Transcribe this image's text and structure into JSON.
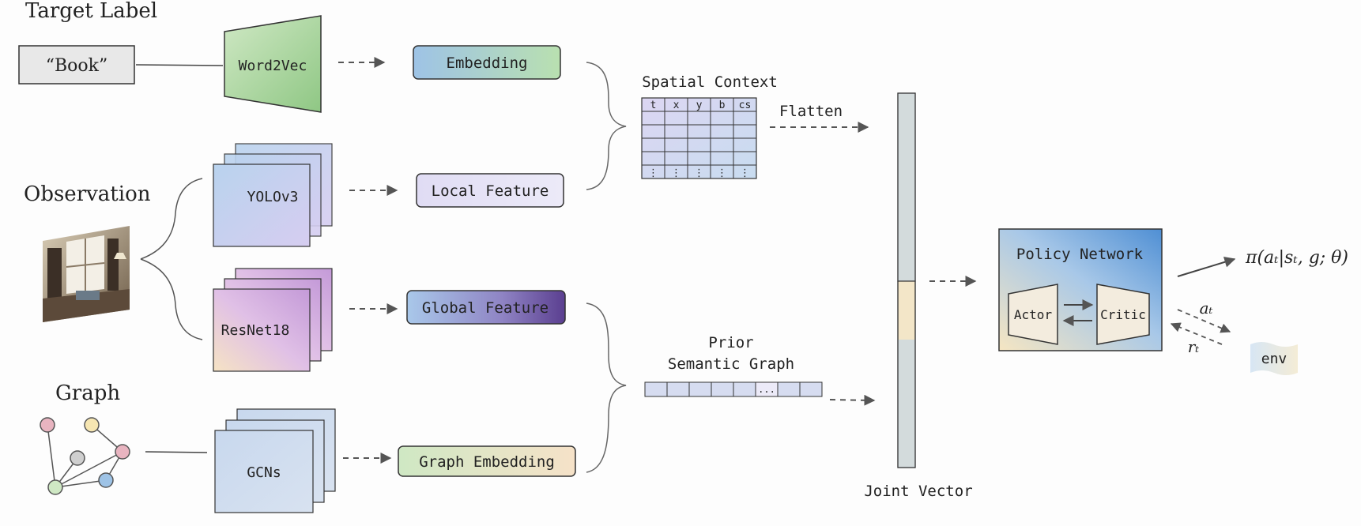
{
  "inputs": {
    "target_label": "Target Label",
    "book": "“Book”",
    "observation": "Observation",
    "graph": "Graph"
  },
  "models": {
    "word2vec": "Word2Vec",
    "yolo": "YOLOv3",
    "resnet": "ResNet18",
    "gcn": "GCNs"
  },
  "features": {
    "embedding": "Embedding",
    "local": "Local Feature",
    "global": "Global Feature",
    "graph_embedding": "Graph Embedding"
  },
  "spatial": {
    "title": "Spatial Context",
    "columns": [
      "t",
      "x",
      "y",
      "b",
      "cs"
    ],
    "row_ellipsis": "⋮",
    "flatten": "Flatten"
  },
  "prior": {
    "title_line1": "Prior",
    "title_line2": "Semantic Graph",
    "ellipsis": "..."
  },
  "joint_vector": "Joint Vector",
  "policy": {
    "title": "Policy Network",
    "actor": "Actor",
    "critic": "Critic",
    "output": "π(aₜ|sₜ, g; θ)",
    "action": "aₜ",
    "reward": "rₜ",
    "env": "env"
  },
  "colors": {
    "green": "#a8d49a",
    "blue": "#9ec3e6",
    "lavender": "#c9c3ea",
    "purple": "#6a4c9c",
    "cream": "#f7e6c3"
  }
}
